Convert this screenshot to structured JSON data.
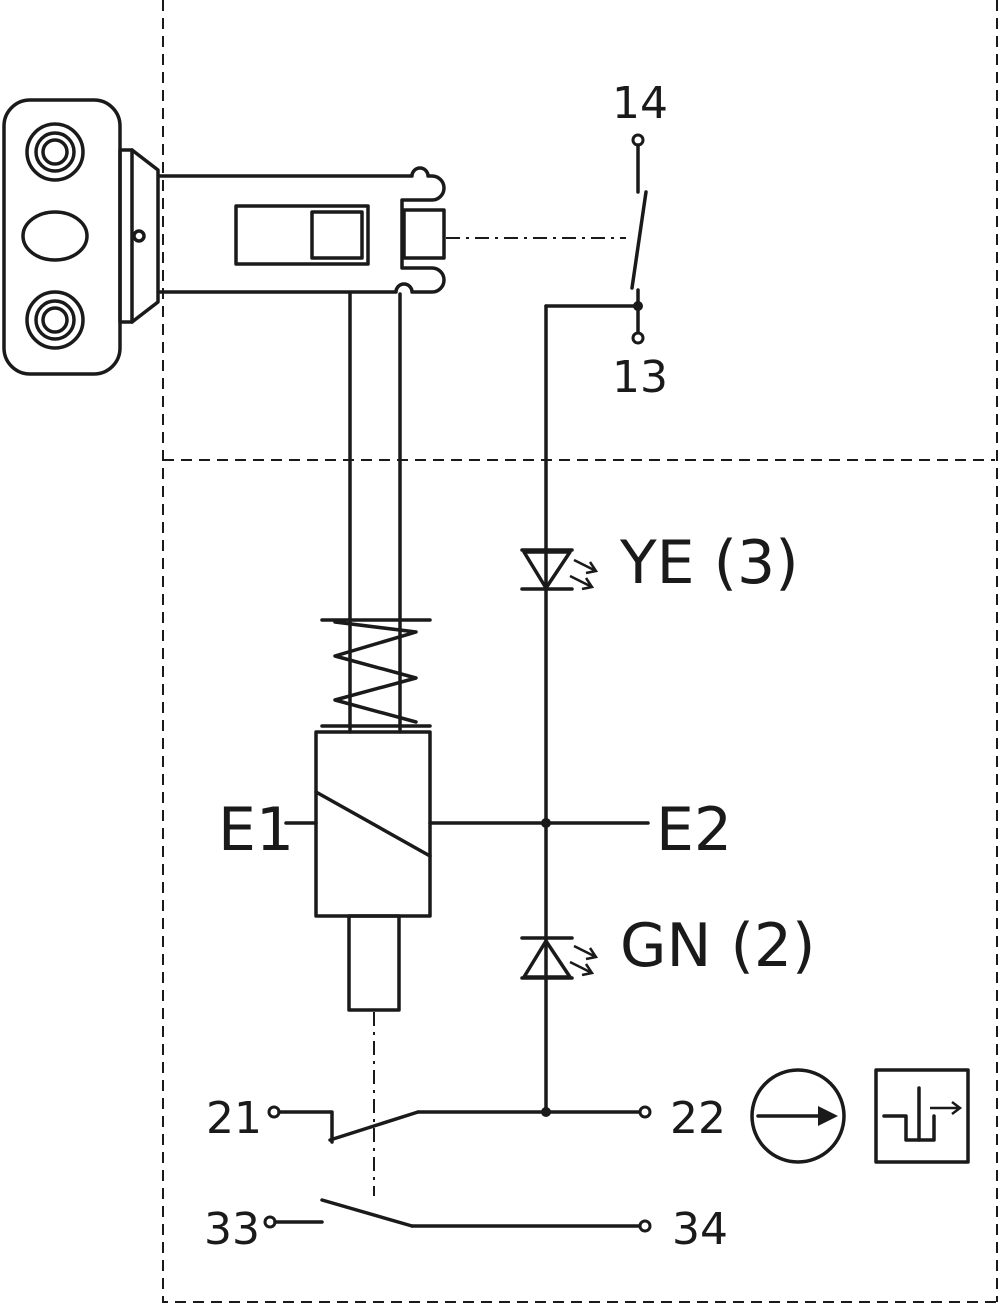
{
  "labels": {
    "contact_14": "14",
    "contact_13": "13",
    "led_yellow": "YE (3)",
    "led_green": "GN (2)",
    "coil_e1": "E1",
    "coil_e2": "E2",
    "contact_21": "21",
    "contact_22": "22",
    "contact_33": "33",
    "contact_34": "34"
  },
  "icons": {
    "direct_opening": "direct-opening-action-icon",
    "locking": "solenoid-locking-icon"
  }
}
